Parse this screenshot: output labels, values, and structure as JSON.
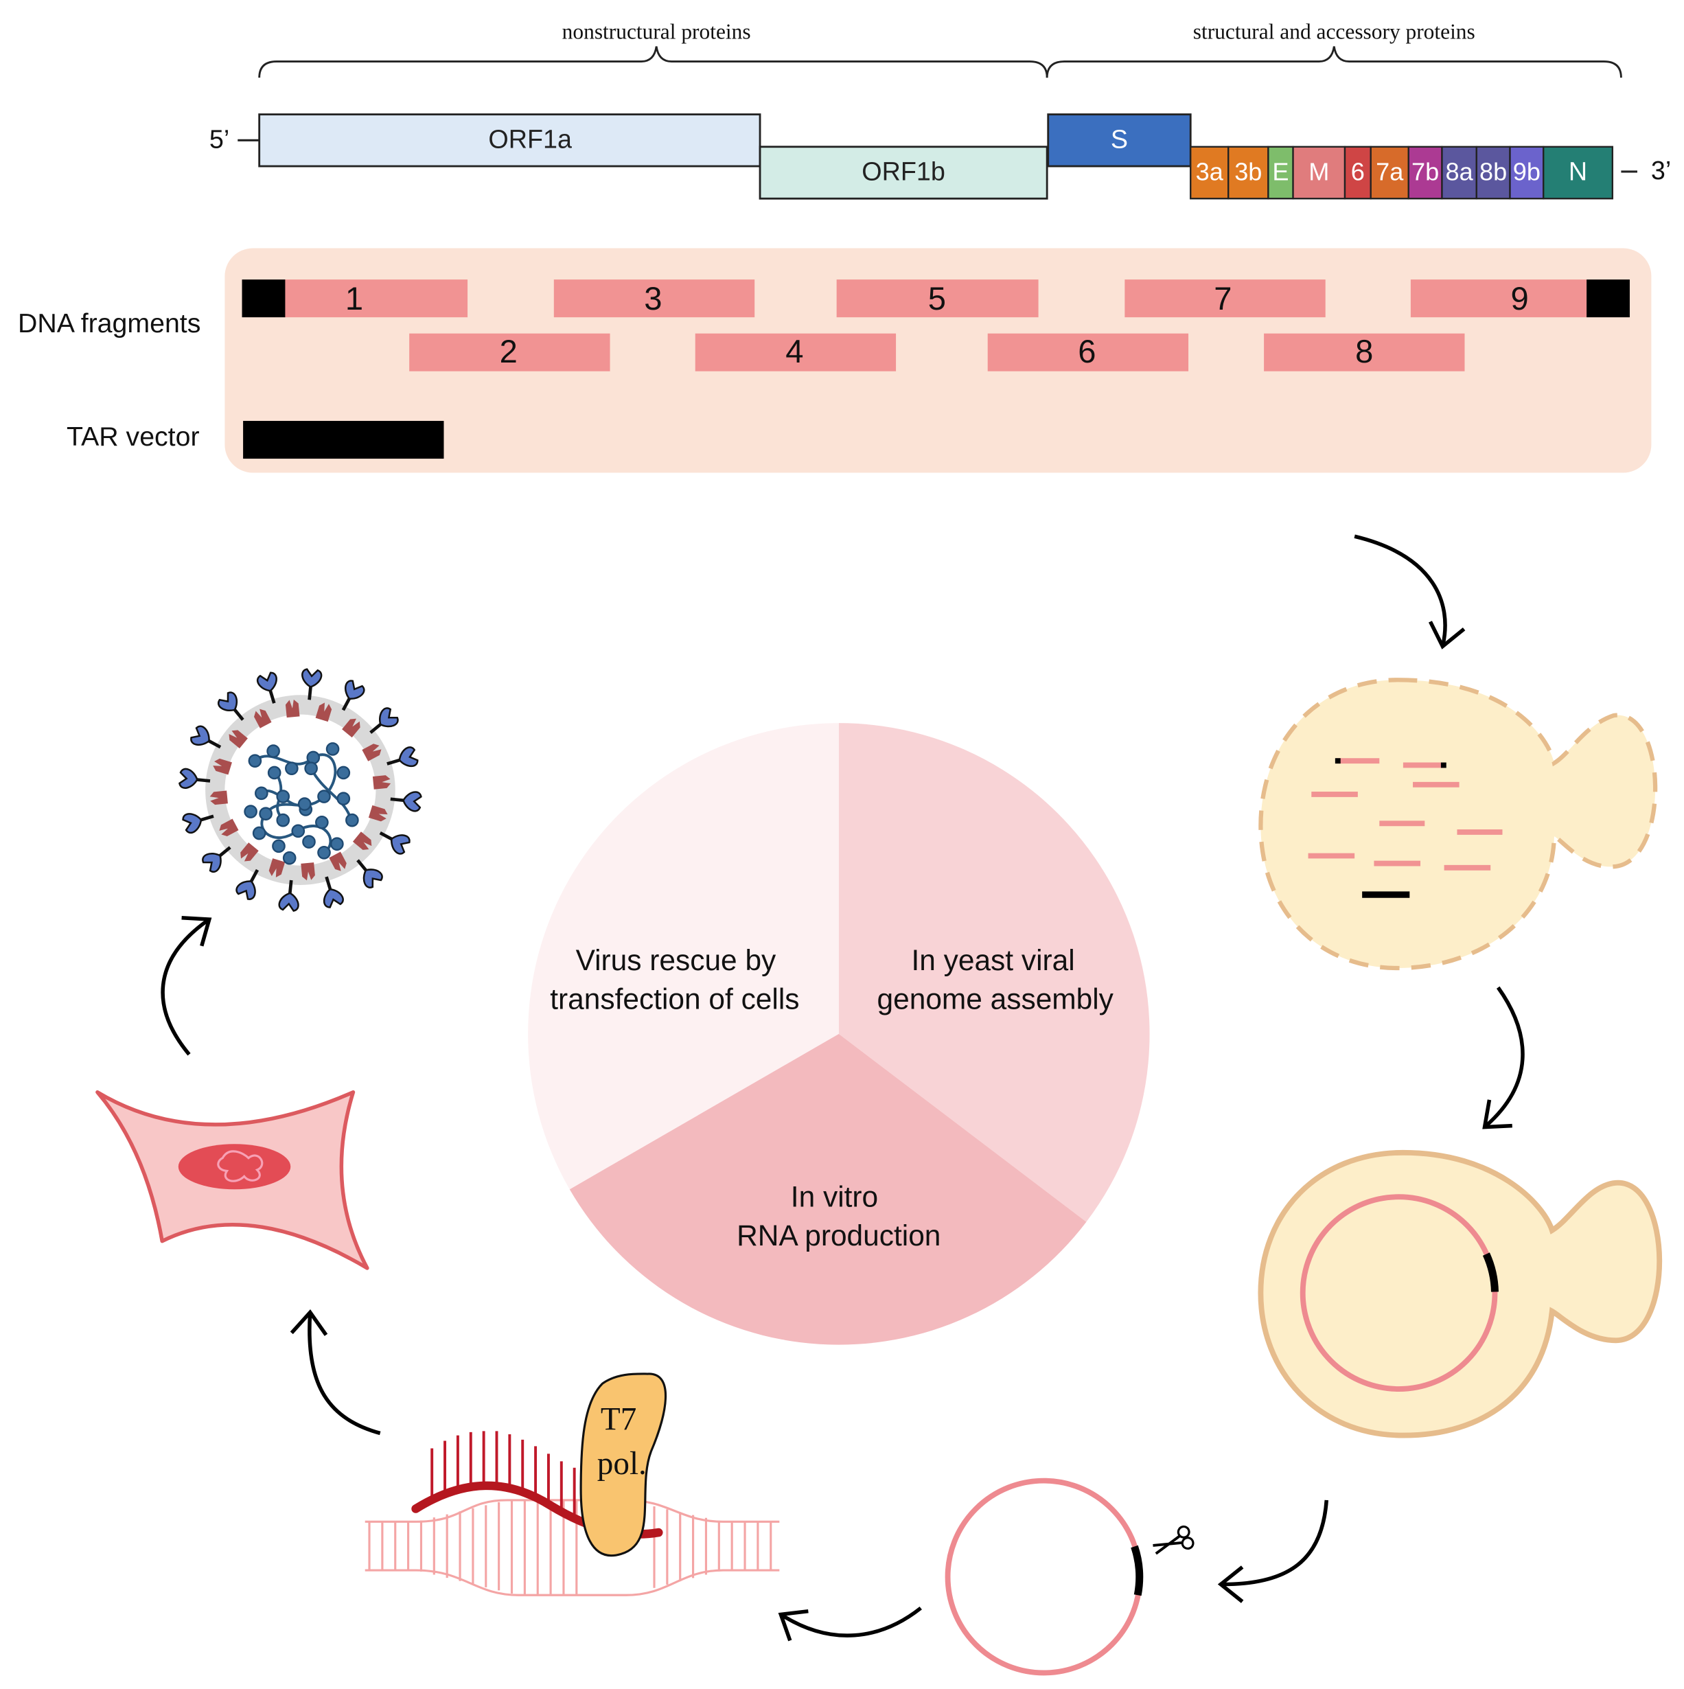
{
  "genome": {
    "brace_left_label": "nonstructural proteins",
    "brace_right_label": "structural and accessory proteins",
    "end5": "5’",
    "end3": "3’",
    "orf1a": "ORF1a",
    "orf1b": "ORF1b",
    "s": "S",
    "small_genes": [
      "3a",
      "3b",
      "E",
      "M",
      "6",
      "7a",
      "7b",
      "8a",
      "8b",
      "9b",
      "N"
    ],
    "colors": {
      "orf1a": "#dde9f6",
      "orf1b": "#d3ece6",
      "s": "#3b6fbf",
      "small": [
        "#e07a22",
        "#e07a22",
        "#7ebd6b",
        "#e07c7d",
        "#cf4545",
        "#d76b2a",
        "#ac3a93",
        "#5b579e",
        "#5b579e",
        "#6b63cc",
        "#247f74"
      ]
    }
  },
  "fragments": {
    "label": "DNA fragments",
    "numbers": [
      "1",
      "2",
      "3",
      "4",
      "5",
      "6",
      "7",
      "8",
      "9"
    ],
    "tar_label": "TAR vector",
    "panel_color": "#fbe3d6",
    "fragment_color": "#f19393"
  },
  "pie": {
    "slices": [
      {
        "line1": "In yeast viral",
        "line2": "genome assembly",
        "color": "#f8d3d6"
      },
      {
        "line1": "In vitro",
        "line2": "RNA production",
        "color": "#f3babe"
      },
      {
        "line1": "Virus rescue by",
        "line2": "transfection of cells",
        "color": "#fdf1f2"
      }
    ]
  },
  "polymerase": {
    "line1": "T7",
    "line2": "pol."
  }
}
